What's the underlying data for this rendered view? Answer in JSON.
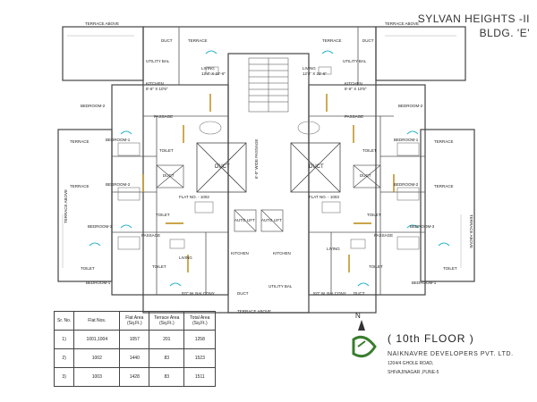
{
  "title": {
    "line1": "SYLVAN HEIGHTS -II",
    "line2": "BLDG. 'E'"
  },
  "floor_label": "( 10th FLOOR )",
  "developer": {
    "name": "NAIKNAVRE DEVELOPERS PVT. LTD.",
    "address": "1204/4 GHOLE ROAD,",
    "city": "SHIVAJINAGAR ,PUNE-5"
  },
  "north_label": "N",
  "rooms": {
    "terrace_above_tl": "TERRACE ABOVE",
    "terrace_above_tr": "TERRACE ABOVE",
    "terrace_above_bottom": "TERRACE ABOVE",
    "terrace_above_left": "TERRACE ABOVE",
    "terrace_above_right": "TERRACE ABOVE",
    "terrace_top_l": "TERRACE",
    "terrace_top_r": "TERRACE",
    "utility_l": "UTILITY BAL",
    "utility_r": "UTILITY BAL",
    "duct": "DUCT",
    "living_top_l": "LIVING",
    "living_top_r": "LIVING",
    "living_dim": "12'4\" X 22'-6\"",
    "kitchen_top_l": "KITCHEN",
    "kitchen_top_r": "KITCHEN",
    "kitchen_dim": "8'-6\" X 10'5\"",
    "bedroom2": "BEDROOM-2",
    "bedroom1": "BEDROOM-1",
    "bedroom3": "BEDROOM-3",
    "passage": "PASSAGE",
    "toilet": "TOILET",
    "terrace_side": "TERRACE",
    "living_bottom_l": "LIVING",
    "living_bottom_r": "LIVING",
    "kitchen_bottom_l": "KITCHEN",
    "kitchen_bottom_r": "KITCHEN",
    "utility_bottom": "UTILITY BAL",
    "balcony_l": "5'0\" W. BALCONY",
    "balcony_r": "5'0\" W. BALCONY",
    "auto_lift": "AUTO LIFT",
    "flat_no_l": "FLAT NO. - 1002",
    "flat_no_r": "FLAT NO. - 1003",
    "passage_v": "6'-0\" WIDE PASSAGE"
  },
  "area_table": {
    "headers": [
      "Sr. No.",
      "Flat Nos.",
      "Flat Area (Sq.Ft.)",
      "Terrace Area (Sq.Ft.)",
      "Total Area (Sq.Ft.)"
    ],
    "rows": [
      [
        "1)",
        "1001,1004",
        "1057",
        "201",
        "1258"
      ],
      [
        "2)",
        "1002",
        "1440",
        "83",
        "1523"
      ],
      [
        "3)",
        "1003",
        "1428",
        "83",
        "1511"
      ]
    ]
  },
  "colors": {
    "wall": "#444444",
    "door": "#b8860b",
    "window": "#20b2c8",
    "logo": "#3a7d2e"
  }
}
